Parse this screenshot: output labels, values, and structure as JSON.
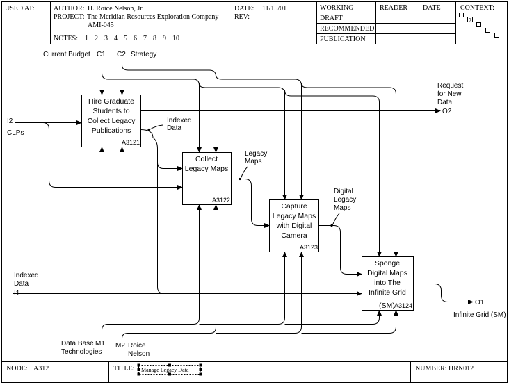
{
  "header": {
    "used_at_label": "USED AT:",
    "author_label": "AUTHOR:",
    "author": "H. Roice Nelson, Jr.",
    "date_label": "DATE:",
    "date": "11/15/01",
    "project_label": "PROJECT:",
    "project": "The Meridian Resources Exploration Company",
    "project_line2": "AMI-045",
    "rev_label": "REV:",
    "notes_label": "NOTES:",
    "notes": [
      "1",
      "2",
      "3",
      "4",
      "5",
      "6",
      "7",
      "8",
      "9",
      "10"
    ],
    "status": [
      "WORKING",
      "DRAFT",
      "RECOMMENDED",
      "PUBLICATION"
    ],
    "reader_label": "READER",
    "reader_date_label": "DATE",
    "context_label": "CONTEXT:",
    "context_marker": "0"
  },
  "boxes": [
    {
      "title": [
        "Hire Graduate",
        "Students to",
        "Collect Legacy",
        "Publications"
      ],
      "number": "A3121"
    },
    {
      "title": [
        "Collect",
        "Legacy Maps"
      ],
      "number": "A3122"
    },
    {
      "title": [
        "Capture",
        "Legacy Maps",
        "with Digital",
        "Camera"
      ],
      "number": "A3123"
    },
    {
      "title": [
        "Sponge",
        "Digital Maps",
        "into The",
        "Infinite Grid",
        "(SM)"
      ],
      "number": "A3124"
    }
  ],
  "inputs": [
    {
      "code": "I2",
      "name": "CLPs"
    },
    {
      "name": "Indexed",
      "name2": "Data",
      "code": "I1"
    }
  ],
  "controls": [
    {
      "name": "Current Budget",
      "code": "C1"
    },
    {
      "code": "C2",
      "name": "Strategy"
    }
  ],
  "mechanisms": [
    {
      "name": "Data Base",
      "code": "M1",
      "name2": "Technologies"
    },
    {
      "code": "M2",
      "name": "Roice",
      "name2": "Nelson"
    }
  ],
  "outputs": [
    {
      "name": [
        "Request",
        "for New",
        "Data"
      ],
      "code": "O2"
    },
    {
      "code": "O1",
      "name": "Infinite Grid (SM)"
    }
  ],
  "arrow_labels": {
    "indexed_data": [
      "Indexed",
      "Data"
    ],
    "legacy_maps": [
      "Legacy",
      "Maps"
    ],
    "digital_legacy_maps": [
      "Digital",
      "Legacy",
      "Maps"
    ]
  },
  "footer": {
    "node_label": "NODE:",
    "node": "A312",
    "title_label": "TITLE:",
    "title": "Manage Legacy Data",
    "number_label": "NUMBER:",
    "number": "HRN012"
  }
}
